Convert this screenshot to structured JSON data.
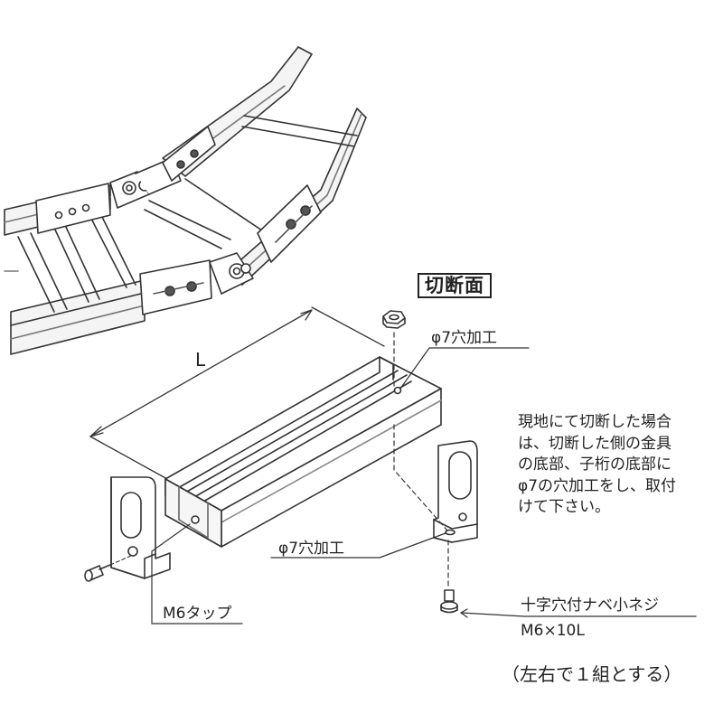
{
  "labels": {
    "section_title": "切断面",
    "dimension_L": "L",
    "hole_top": "φ7穴加工",
    "hole_bottom": "φ7穴加工",
    "tap": "M6タップ",
    "screw_name": "十字穴付ナベ小ネジ",
    "screw_size": "M6×10L",
    "pair_note": "（左右で１組とする）"
  },
  "note_lines": [
    "現地にて切断した場合",
    "は、切断した側の金具",
    "の底部、子桁の底部に",
    "φ7の穴加工をし、取付",
    "けて下さい。"
  ],
  "icons": [
    "cable-ladder-joint-illustration",
    "channel-section-piece",
    "bracket-left",
    "bracket-right",
    "hex-nut",
    "pan-head-screw"
  ]
}
